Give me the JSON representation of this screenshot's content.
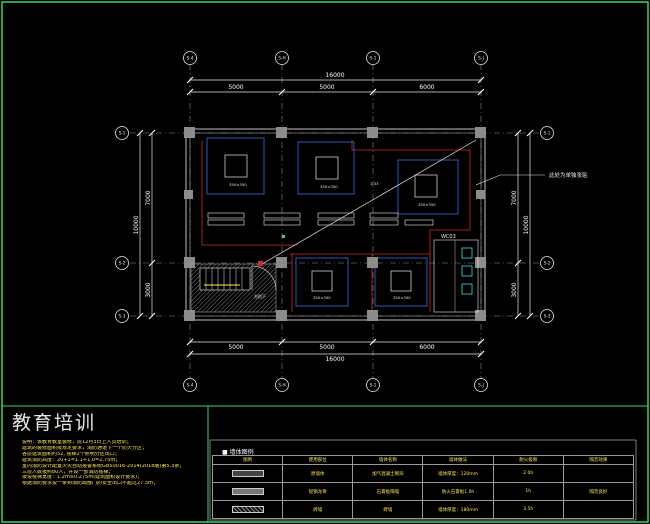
{
  "axes": {
    "top": [
      "S-4",
      "S-H",
      "S-1",
      "S-J"
    ],
    "bottom": [
      "S-4",
      "S-H",
      "S-1",
      "S-J"
    ],
    "left": [
      "S-1",
      "S-2",
      "S-3"
    ],
    "right": [
      "S-1",
      "S-2",
      "S-3"
    ]
  },
  "dimensions": {
    "overall_top": "16000",
    "top_spans": [
      "5000",
      "5000",
      "6000"
    ],
    "bottom_spans": [
      "5000",
      "5000",
      "6000"
    ],
    "overall_bottom": "16000",
    "left_spans": [
      "7000",
      "3000"
    ],
    "left_overall": "10000",
    "right_spans": [
      "7000",
      "3000"
    ],
    "right_overall": "10000"
  },
  "plan": {
    "callout": "此处为单独张贴",
    "room_labels": [
      "350×350",
      "350×350",
      "350×350",
      "350×350",
      "350×350"
    ],
    "center_mark": "1:33",
    "stair_label": "台阶下",
    "wc_label": "WC03"
  },
  "panel": {
    "title": "教育培训",
    "notes": [
      "说明：该教育教室装修，层12月3日上人员培训；",
      "    建筑的装修面积按规定要求，消防通道下一个防火分区；",
      "各层建筑面积约52, 楼梯2个照明分区出口；",
      "建筑消防高度：20+1=1.1+1.0=2.75m；",
      "室内消防设计配置火灾自动报警系统GB50016-2014(2018版)第5.3条；",
      "三层人数按照80人，并设一部消防楼梯；",
      "按设楼梯宽度：1.2m≥0.275m(建筑面积设计要求)；",
      "根据消防要求设一条到消防疏散门的安全出口不超过27.5m；"
    ]
  },
  "legend": {
    "title": "墙体图例",
    "headers": [
      "图例",
      "使用部位",
      "墙体名称",
      "墙体做法",
      "耐火极限",
      "隔音效果"
    ],
    "rows": [
      {
        "swatch": "solid",
        "location": "原墙体",
        "name": "加气混凝土砌块",
        "spec": "墙体厚度：120mm",
        "fire": "2.0h",
        "acoustic": ""
      },
      {
        "swatch": "gray",
        "location": "轻钢龙骨",
        "name": "石膏板隔墙",
        "spec": "防火石膏板1.0h",
        "fire": "1h",
        "acoustic": "隔音良好"
      },
      {
        "swatch": "hatch",
        "location": "砖墙",
        "name": "砖墙",
        "spec": "墙体厚度：180mm",
        "fire": "3.5h",
        "acoustic": ""
      }
    ]
  },
  "colors": {
    "background": "#000000",
    "axis_line": "#e9e9e9",
    "dimension": "#ffffff",
    "wall": "#a0a0a0",
    "column": "#8c8c8c",
    "red": "#d42a2a",
    "blue": "#3d6fe0",
    "green": "#3bd26a",
    "yellow": "#ffe45a",
    "cyan": "#40dddd",
    "frame": "#3bd26a"
  }
}
